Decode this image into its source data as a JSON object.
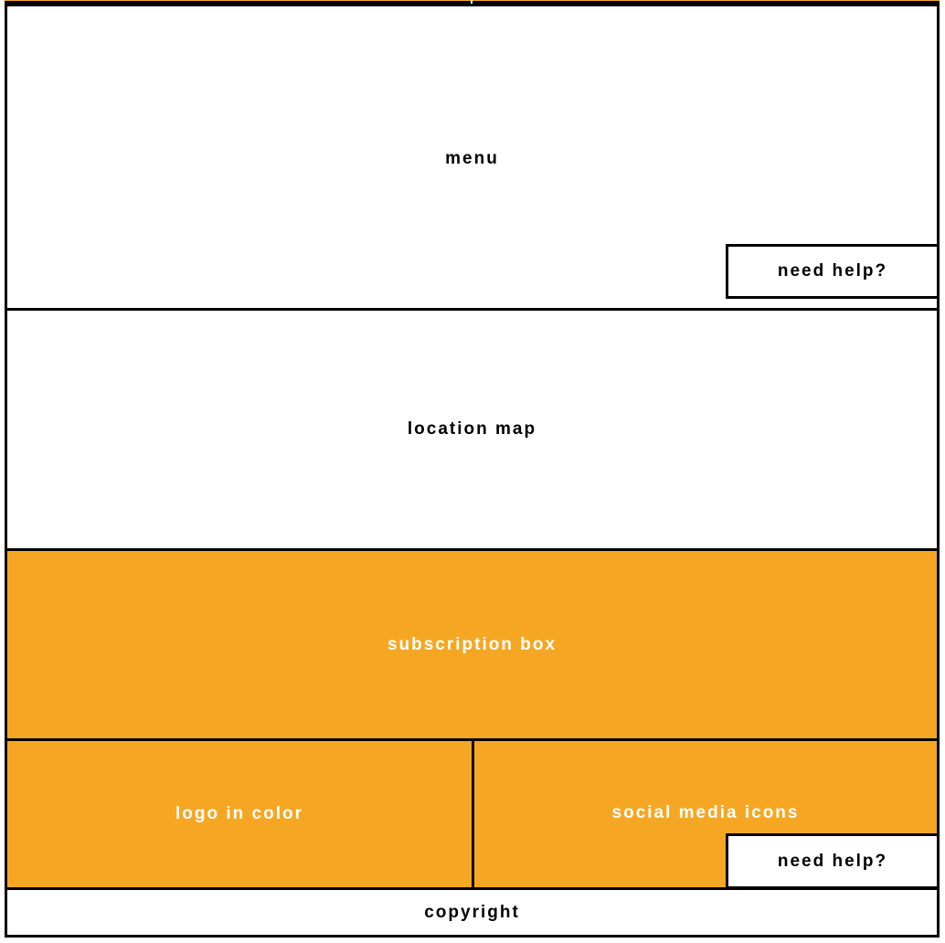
{
  "colors": {
    "accent": "#f5a724",
    "background": "#ffffff",
    "border": "#000000"
  },
  "sections": {
    "menu": "menu",
    "menu_help": "need help?",
    "location_map": "location map",
    "subscription_box": "subscription box",
    "logo": "logo in color",
    "social_media": "social media icons",
    "social_help": "need help?",
    "copyright": "copyright"
  }
}
